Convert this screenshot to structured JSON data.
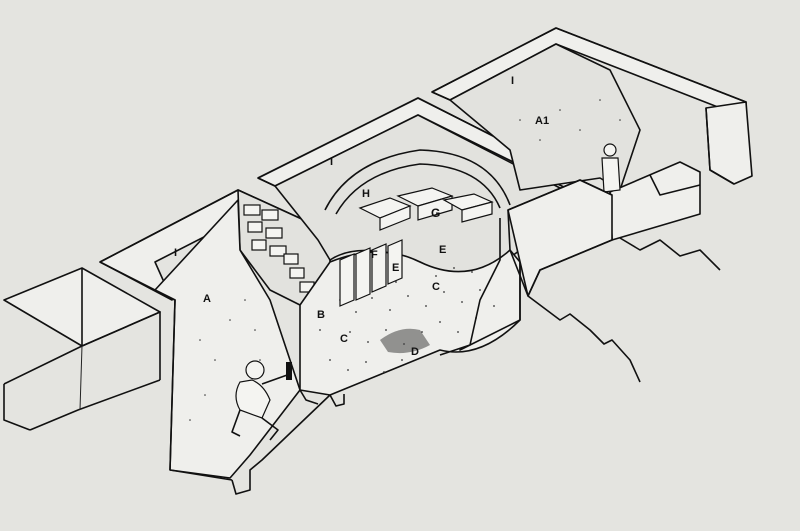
{
  "diagram": {
    "section_labels": [
      {
        "id": "I-left",
        "text": "I"
      },
      {
        "id": "I-center",
        "text": "I"
      },
      {
        "id": "I-right",
        "text": "I"
      }
    ],
    "area_labels": [
      {
        "id": "A",
        "text": "A"
      },
      {
        "id": "A1",
        "text": "A1"
      },
      {
        "id": "B",
        "text": "B"
      },
      {
        "id": "C-left",
        "text": "C"
      },
      {
        "id": "C-right",
        "text": "C"
      },
      {
        "id": "D",
        "text": "D"
      },
      {
        "id": "E-mid",
        "text": "E"
      },
      {
        "id": "E-right",
        "text": "E"
      },
      {
        "id": "F",
        "text": "F"
      },
      {
        "id": "G",
        "text": "G"
      },
      {
        "id": "H",
        "text": "H"
      }
    ]
  }
}
